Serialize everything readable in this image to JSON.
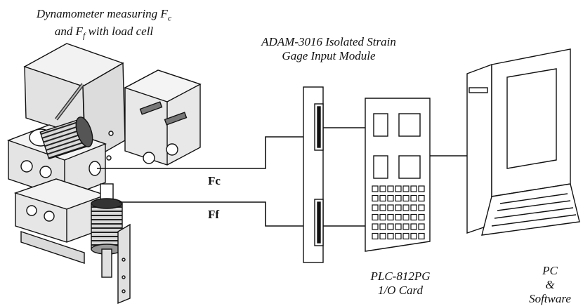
{
  "labels": {
    "dyn_line1_prefix": "Dynamometer measuring F",
    "dyn_line1_sub": "c",
    "dyn_line2_prefix": "and F",
    "dyn_line2_sub": "f",
    "dyn_line2_suffix": " with load cell",
    "adam_line1": "ADAM-3016 Isolated Strain",
    "adam_line2": "Gage Input Module",
    "plc_line1": "PLC-812PG",
    "plc_line2": "1/O Card",
    "pc_line1": "PC",
    "pc_line2": "&",
    "pc_line3": "Software"
  },
  "signals": {
    "fc": "Fc",
    "ff": "Ff"
  },
  "colors": {
    "ink": "#111111",
    "machine_fill": "#e6e6e6",
    "machine_dark": "#4a4a4a",
    "background": "#ffffff"
  }
}
